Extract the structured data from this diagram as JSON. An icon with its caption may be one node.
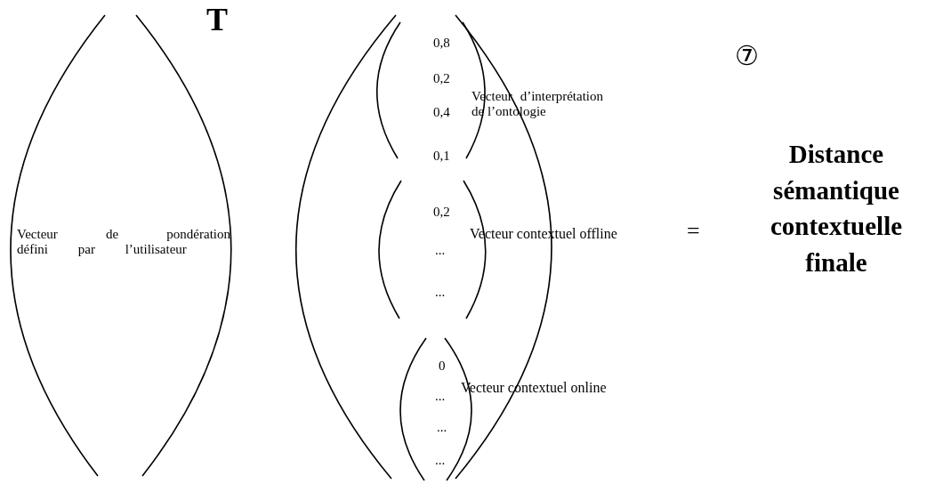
{
  "diagram": {
    "labels": [
      "T",
      "Vecteur de pondération défini par l’utilisateur",
      "0,8",
      "0,2",
      "0,4",
      "0,1",
      "Vecteur d’interprétation de l’ontologie",
      "0,2",
      "...",
      "...",
      "Vecteur contextuel offline",
      "0",
      "...",
      "...",
      "...",
      "Vecteur contextuel online",
      "⑦",
      "=",
      "Distance sémantique contextuelle finale"
    ]
  }
}
